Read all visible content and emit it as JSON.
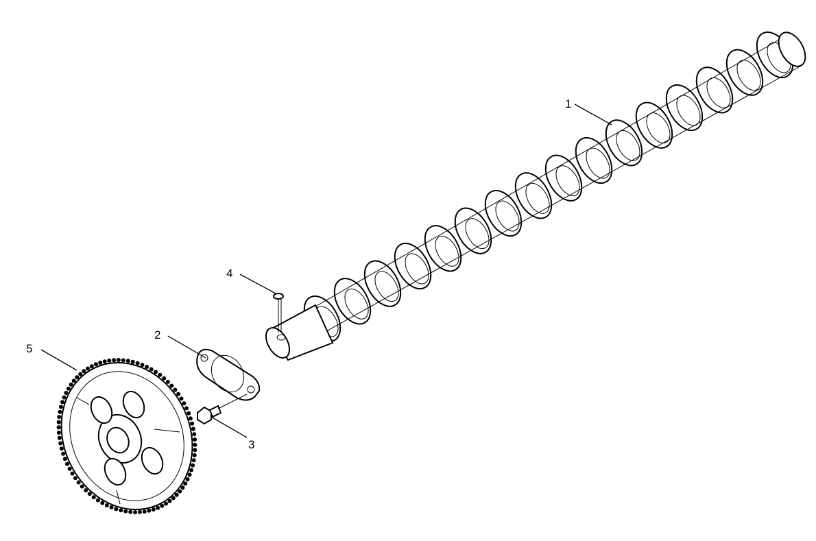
{
  "diagram": {
    "type": "exploded-parts-view",
    "parts": [
      {
        "callout": "1",
        "icon": "camshaft-icon"
      },
      {
        "callout": "2",
        "icon": "thrust-plate-icon"
      },
      {
        "callout": "3",
        "icon": "bolt-icon"
      },
      {
        "callout": "4",
        "icon": "key-icon"
      },
      {
        "callout": "5",
        "icon": "gear-icon"
      }
    ],
    "line_color": "#000000",
    "background": "#ffffff"
  }
}
